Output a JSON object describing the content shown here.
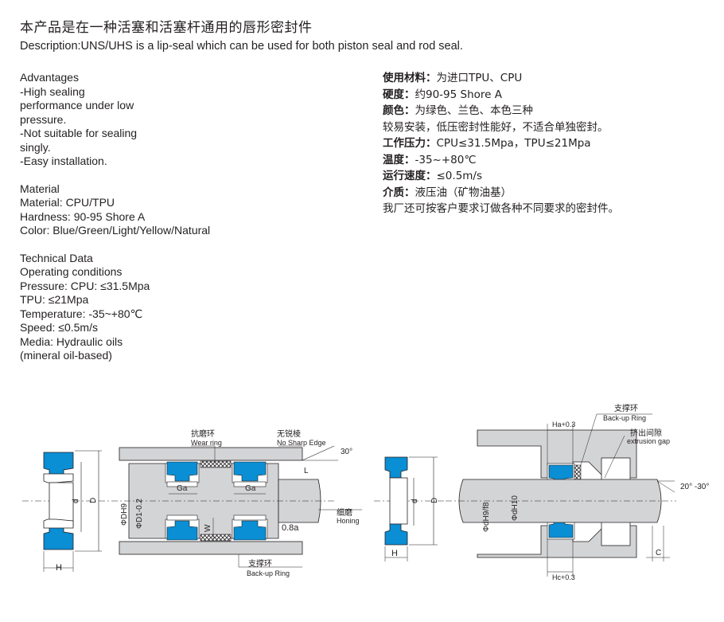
{
  "title_cn": "本产品是在一种活塞和活塞杆通用的唇形密封件",
  "description": "Description:UNS/UHS is a lip-seal which can be used for both piston seal and rod seal.",
  "advantages": {
    "heading": "Advantages",
    "lines": [
      "-High sealing",
      "performance under low",
      "pressure.",
      "-Not suitable for sealing",
      "singly.",
      "-Easy installation."
    ]
  },
  "material": {
    "heading": "Material",
    "lines": [
      "Material: CPU/TPU",
      "Hardness: 90-95 Shore A",
      "Color: Blue/Green/Light/Yellow/Natural"
    ]
  },
  "technical": {
    "heading": "Technical Data",
    "lines": [
      "Operating conditions",
      "Pressure: CPU: ≤31.5Mpa",
      "TPU: ≤21Mpa",
      "Temperature: -35~+80℃",
      "Speed: ≤0.5m/s",
      "Media: Hydraulic oils",
      "(mineral oil-based)"
    ]
  },
  "specs_cn": [
    {
      "label": "使用材料：",
      "value": "为进口TPU、CPU"
    },
    {
      "label": "硬度：",
      "value": "约90-95 Shore A"
    },
    {
      "label": "颜色：",
      "value": "为绿色、兰色、本色三种"
    },
    {
      "label": "",
      "value": "较易安装，低压密封性能好，不适合单独密封。"
    },
    {
      "label": "工作压力：",
      "value": "CPU≤31.5Mpa，TPU≤21Mpa"
    },
    {
      "label": "温度：",
      "value": "-35~+80℃"
    },
    {
      "label": "运行速度：",
      "value": "≤0.5m/s"
    },
    {
      "label": "介质：",
      "value": "液压油（矿物油基）"
    },
    {
      "label": "",
      "value": "我厂还可按客户要求订做各种不同要求的密封件。"
    }
  ],
  "diagram1": {
    "wear_ring_cn": "抗磨环",
    "wear_ring_en": "Wear ring",
    "no_sharp_cn": "无锐棱",
    "no_sharp_en": "No Sharp Edge",
    "angle": "30°",
    "L": "L",
    "honing_cn": "细磨",
    "honing_en": "Honing",
    "roughness": "0.8a",
    "backup_cn": "支撑环",
    "backup_en": "Back-up Ring",
    "dh9": "ΦDH9",
    "d1": "ΦD1-0.2",
    "ga1": "Ga",
    "ga2": "Ga",
    "w": "W",
    "h": "H",
    "d_small": "d",
    "d_big": "D"
  },
  "diagram2": {
    "backup_cn": "支撑环",
    "backup_en": "Back-up Ring",
    "extrusion_cn": "挤出间隙",
    "extrusion_en": "extrusion gap",
    "ha": "Ha+0.3",
    "hc": "Hc+0.3",
    "angle": "20° -30°",
    "c": "C",
    "dh98": "ΦdH9/f8",
    "dh10": "ΦdH10",
    "h": "H",
    "d_small": "d",
    "d_big": "D"
  },
  "colors": {
    "seal_blue": "#0a8ed4",
    "metal": "#d3d4d6",
    "ink": "#231f20"
  }
}
